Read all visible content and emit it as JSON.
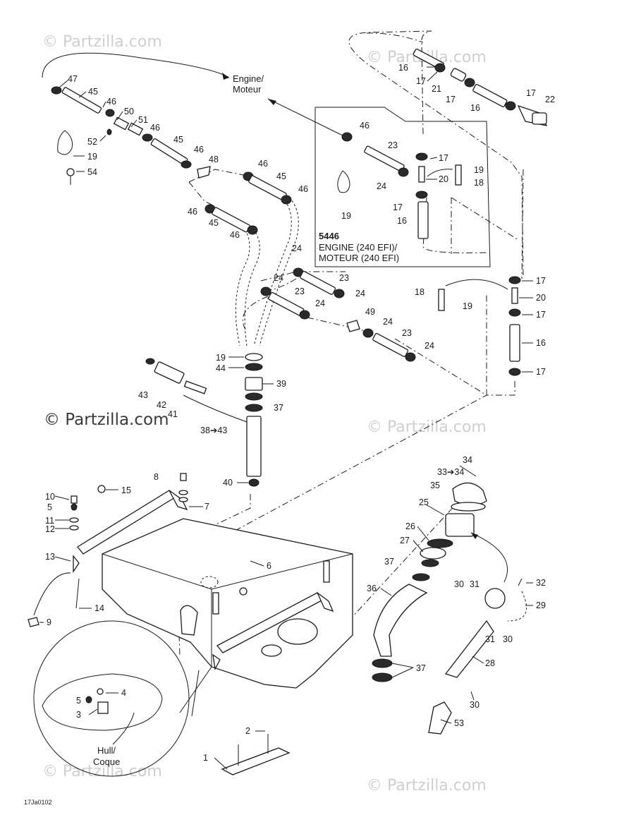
{
  "diagram": {
    "code": "17Ja0102",
    "watermark": "© Partzilla.com",
    "engine_label_1": "Engine/",
    "engine_label_2": "Moteur",
    "hull_label_1": "Hull/",
    "hull_label_2": "Coque",
    "box_title": "5446",
    "box_line_1": "ENGINE (240 EFI)/",
    "box_line_2": "MOTEUR (240 EFI)",
    "callouts": {
      "c1": "1",
      "c2": "2",
      "c3": "3",
      "c4": "4",
      "c5a": "5",
      "c5b": "5",
      "c6": "6",
      "c7": "7",
      "c8": "8",
      "c9": "9",
      "c10": "10",
      "c11": "11",
      "c12": "12",
      "c13": "13",
      "c14": "14",
      "c15": "15",
      "c16a": "16",
      "c16b": "16",
      "c16c": "16",
      "c16d": "16",
      "c17a": "17",
      "c17b": "17",
      "c17c": "17",
      "c17d": "17",
      "c17e": "17",
      "c17f": "17",
      "c17g": "17",
      "c17h": "17",
      "c18a": "18",
      "c18b": "18",
      "c19a": "19",
      "c19b": "19",
      "c19c": "19",
      "c19d": "19",
      "c19e": "19",
      "c20a": "20",
      "c20b": "20",
      "c21": "21",
      "c22": "22",
      "c23a": "23",
      "c23b": "23",
      "c23c": "23",
      "c23d": "23",
      "c24a": "24",
      "c24b": "24",
      "c24c": "24",
      "c24d": "24",
      "c24e": "24",
      "c24f": "24",
      "c24g": "24",
      "c25": "25",
      "c26": "26",
      "c27": "27",
      "c28": "28",
      "c29": "29",
      "c30a": "30",
      "c30b": "30",
      "c30c": "30",
      "c31a": "31",
      "c31b": "31",
      "c32": "32",
      "c33": "33➔34",
      "c34": "34",
      "c35": "35",
      "c36": "36",
      "c37a": "37",
      "c37b": "37",
      "c37c": "37",
      "c38": "38➔43",
      "c39": "39",
      "c40": "40",
      "c41": "41",
      "c42": "42",
      "c43": "43",
      "c44": "44",
      "c45a": "45",
      "c45b": "45",
      "c45c": "45",
      "c45d": "45",
      "c46a": "46",
      "c46b": "46",
      "c46c": "46",
      "c46d": "46",
      "c46e": "46",
      "c46f": "46",
      "c46g": "46",
      "c46h": "46",
      "c47": "47",
      "c48": "48",
      "c49": "49",
      "c50": "50",
      "c51": "51",
      "c52": "52",
      "c53": "53",
      "c54": "54"
    }
  }
}
